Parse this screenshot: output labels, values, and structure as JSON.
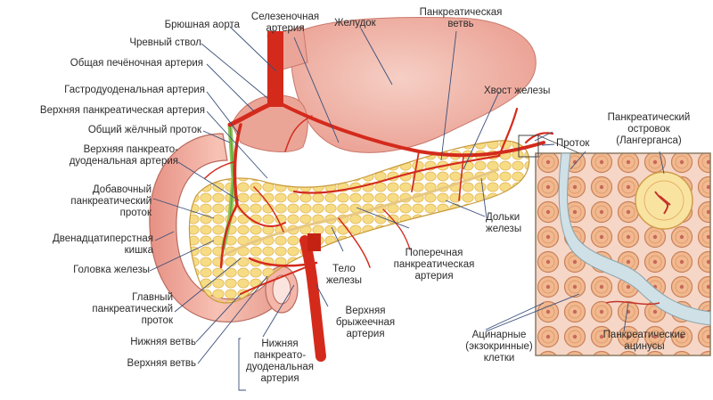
{
  "labels": {
    "abdominal_aorta": "Брюшная аорта",
    "celiac_trunk": "Чревный ствол",
    "common_hepatic_artery": "Общая печёночная артерия",
    "gastroduodenal_artery": "Гастродуоденальная артерия",
    "superior_pancreatic_artery": "Верхняя панкреатическая артерия",
    "common_bile_duct": "Общий жёлчный проток",
    "sup_pd_artery_1": "Верхняя панкреато-",
    "sup_pd_artery_2": "дуоденальная артерия",
    "accessory_duct_1": "Добавочный",
    "accessory_duct_2": "панкреатический",
    "accessory_duct_3": "проток",
    "duodenum_1": "Двенадцатиперстная",
    "duodenum_2": "кишка",
    "head": "Головка железы",
    "main_duct_1": "Главный",
    "main_duct_2": "панкреатический",
    "main_duct_3": "проток",
    "lower_branch": "Нижняя ветвь",
    "upper_branch": "Верхняя ветвь",
    "inf_pd_artery_1": "Нижняя",
    "inf_pd_artery_2": "панкреато-",
    "inf_pd_artery_3": "дуоденальная",
    "inf_pd_artery_4": "артерия",
    "splenic_artery_1": "Селезеночная",
    "splenic_artery_2": "артерия",
    "stomach": "Желудок",
    "pancreatic_branch_1": "Панкреатическая",
    "pancreatic_branch_2": "ветвь",
    "tail": "Хвост железы",
    "duct": "Проток",
    "islet_1": "Панкреатический",
    "islet_2": "островок",
    "islet_3": "(Лангерганса)",
    "lobules_1": "Дольки",
    "lobules_2": "железы",
    "transverse_artery_1": "Поперечная",
    "transverse_artery_2": "панкреатическая",
    "transverse_artery_3": "артерия",
    "body_1": "Тело",
    "body_2": "железы",
    "sup_mesenteric_1": "Верхняя",
    "sup_mesenteric_2": "брыжеечная",
    "sup_mesenteric_3": "артерия",
    "acinar_1": "Ацинарные",
    "acinar_2": "(экзокринные)",
    "acinar_3": "клетки",
    "acini_1": "Панкреатические",
    "acini_2": "ацинусы"
  },
  "colors": {
    "label_text": "#2b2b2b",
    "leader_line": "#3a4f7a",
    "pancreas": "#f3d77a",
    "duodenum": "#f2b3a6",
    "stomach": "#f0b4a8",
    "artery": "#d42a1c",
    "bile_duct": "#8cc35a",
    "inset_border": "#8a7a62"
  }
}
